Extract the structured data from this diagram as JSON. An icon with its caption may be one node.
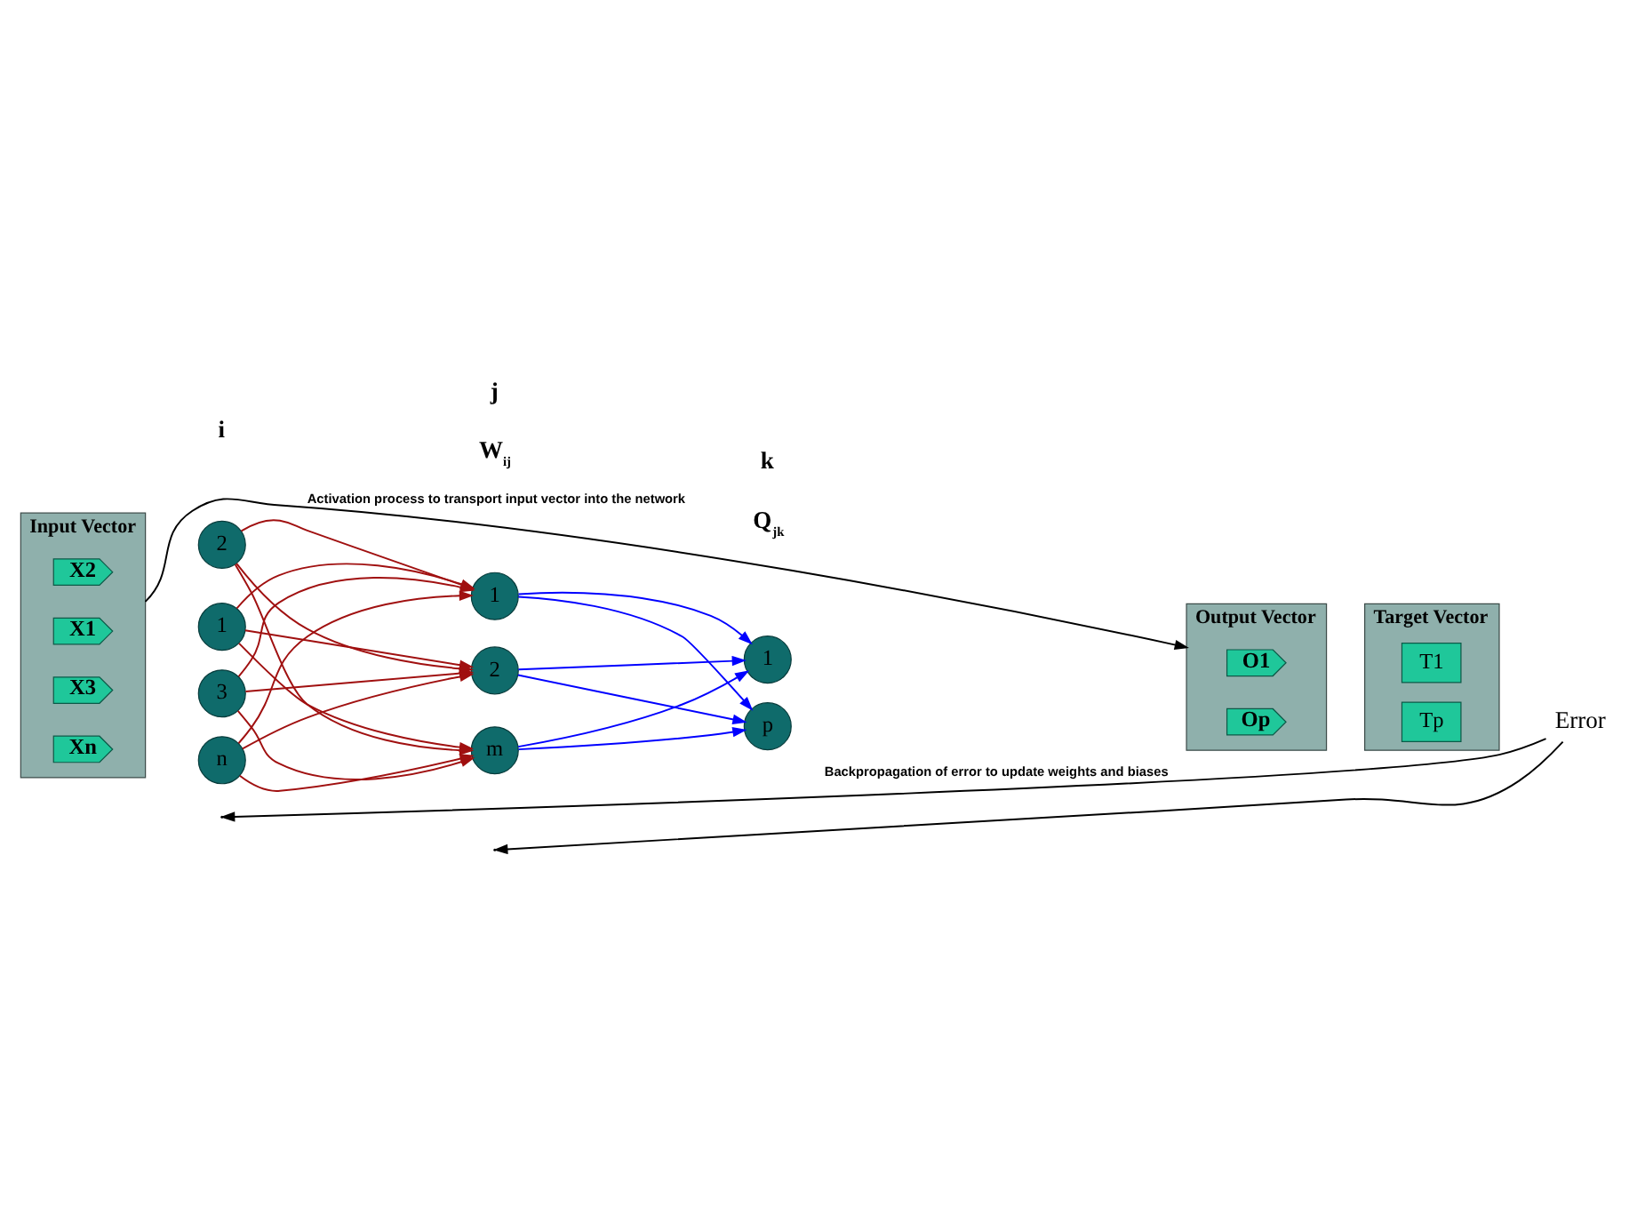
{
  "diagram": {
    "nodes": [
      {
        "text": [
          "Input Vector"
        ]
      },
      {
        "text": [
          "X1"
        ],
        "in": 0
      },
      {
        "text": [
          "X2"
        ],
        "in": 0
      },
      {
        "text": [
          "X3"
        ],
        "in": 0
      },
      {
        "text": [
          "Xn"
        ],
        "in": 0
      },
      {
        "text": [
          "1"
        ]
      },
      {
        "text": [
          "2"
        ]
      },
      {
        "text": [
          "3"
        ]
      },
      {
        "text": [
          "n"
        ]
      },
      {
        "text": [
          "1"
        ]
      },
      {
        "text": [
          "2"
        ]
      },
      {
        "text": [
          "m"
        ]
      },
      {
        "text": [
          "1"
        ]
      },
      {
        "text": [
          "p"
        ]
      },
      {
        "text": [
          "Output Vector"
        ]
      },
      {
        "text": [
          "O1"
        ],
        "in": 14
      },
      {
        "text": [
          "Op"
        ],
        "in": 14
      },
      {
        "text": [
          "Target Vector"
        ]
      },
      {
        "text": [
          "T1"
        ],
        "in": 17
      },
      {
        "text": [
          "Tp"
        ],
        "in": 17
      },
      {
        "text": [
          "Error"
        ]
      }
    ],
    "edges": [
      {
        "from": 5,
        "to": 9,
        "arrow": "to"
      },
      {
        "from": 5,
        "to": 10,
        "arrow": "to"
      },
      {
        "from": 5,
        "to": 11,
        "arrow": "to"
      },
      {
        "from": 6,
        "to": 9,
        "arrow": "to"
      },
      {
        "from": 6,
        "to": 10,
        "arrow": "to"
      },
      {
        "from": 6,
        "to": 11,
        "arrow": "to"
      },
      {
        "from": 7,
        "to": 9,
        "arrow": "to"
      },
      {
        "from": 7,
        "to": 10,
        "arrow": "to"
      },
      {
        "from": 7,
        "to": 11,
        "arrow": "to"
      },
      {
        "from": 8,
        "to": 9,
        "arrow": "to"
      },
      {
        "from": 8,
        "to": 10,
        "arrow": "to"
      },
      {
        "from": 8,
        "to": 11,
        "arrow": "to"
      },
      {
        "from": 9,
        "to": 12,
        "arrow": "to",
        "color": "#0000ff"
      },
      {
        "from": 9,
        "to": 13,
        "arrow": "to",
        "color": "#0000ff"
      },
      {
        "from": 10,
        "to": 12,
        "arrow": "to",
        "color": "#0000ff"
      },
      {
        "from": 10,
        "to": 13,
        "arrow": "to",
        "color": "#0000ff"
      },
      {
        "from": 11,
        "to": 12,
        "arrow": "to",
        "color": "#0000ff"
      },
      {
        "from": 11,
        "to": 13,
        "arrow": "to",
        "color": "#0000ff"
      },
      {
        "from": 0,
        "to": 14,
        "arrow": "to",
        "label": "Activation process to transport input vector into the network",
        "color": "#000000"
      },
      {
        "from": 20,
        "to": null,
        "arrow": "to",
        "label": "Backpropagation of error to update weights and biases",
        "color": "#000000"
      },
      {
        "from": 20,
        "to": null,
        "arrow": "to",
        "color": "#000000"
      }
    ],
    "labels": [
      "W$_{ij}$",
      "Q$_{jk}$",
      "i",
      "j",
      "k"
    ]
  }
}
